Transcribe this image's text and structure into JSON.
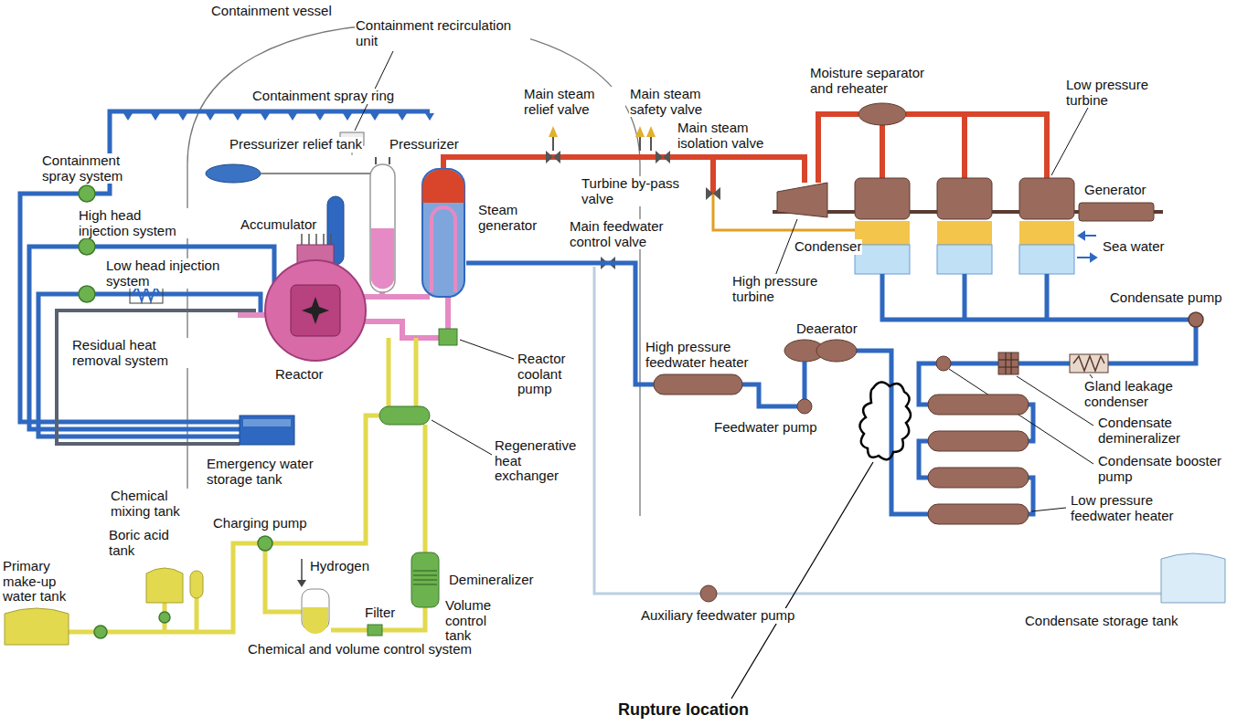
{
  "diagram": {
    "labels": [
      "Containment vessel",
      "Containment recirculation unit",
      "Containment spray ring",
      "Main steam relief valve",
      "Main steam safety valve",
      "Main steam isolation valve",
      "Moisture separator and reheater",
      "Low pressure turbine",
      "Containment spray system",
      "Pressurizer relief tank",
      "Pressurizer",
      "Accumulator",
      "Steam generator",
      "Turbine by-pass valve",
      "Generator",
      "High head injection system",
      "Low head injection system",
      "Main feedwater control valve",
      "Condenser",
      "Sea water",
      "High pressure turbine",
      "Condensate pump",
      "Reactor coolant pump",
      "Residual heat removal system",
      "High pressure feedwater heater",
      "Deaerator",
      "Gland leakage condenser",
      "Condensate demineralizer",
      "Feedwater pump",
      "Condensate booster pump",
      "Reactor",
      "Low pressure feedwater heater",
      "Regenerative heat exchanger",
      "Emergency water storage tank",
      "Chemical mixing tank",
      "Charging pump",
      "Boric acid tank",
      "Hydrogen",
      "Primary make-up water tank",
      "Demineralizer",
      "Volume control tank",
      "Filter",
      "Chemical and volume control system",
      "Auxiliary feedwater pump",
      "Condensate storage tank",
      "Rupture location"
    ]
  }
}
